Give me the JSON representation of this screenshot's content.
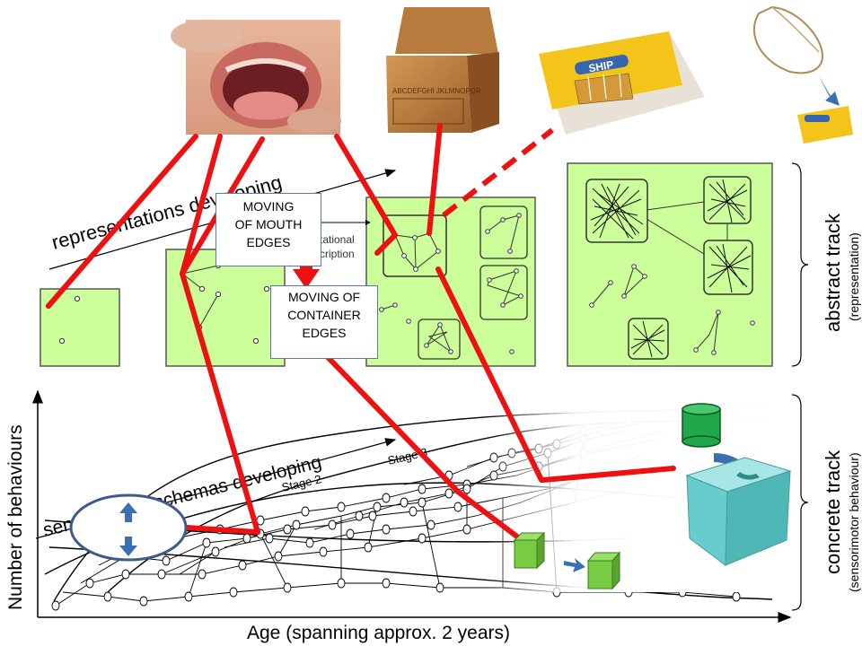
{
  "colors": {
    "panel_fill": "#ccff99",
    "panel_stroke": "#555555",
    "link_red": "#ee1111",
    "ellipse_stroke": "#3d5a8a",
    "arrow_blue": "#3a6fb3",
    "cube_green": "#77cc44",
    "cylinder_green": "#1fa84a",
    "box_teal": "#66cccc"
  },
  "labels": {
    "representations": "representations developing",
    "sensorimotor": "sensorimotor schemas developing",
    "representational_fragment_1": "tational",
    "representational_fragment_2": "cription",
    "stage2": "Stage 2",
    "stage3": "Stage 3",
    "abstract_track": "abstract track",
    "abstract_track_sub": "(representation)",
    "concrete_track": "concrete track",
    "concrete_track_sub": "(sensorimotor behaviour)",
    "y_axis": "Number of behaviours",
    "x_axis": "Age (spanning approx. 2 years)"
  },
  "callouts": {
    "mouth": [
      "MOVING",
      "OF MOUTH",
      "EDGES"
    ],
    "container": [
      "MOVING OF",
      "CONTAINER",
      "EDGES"
    ]
  },
  "images": {
    "toy_box_letters": "ABCDEFGHI JKLMNOPQR",
    "matchbox_text": "SHIP"
  },
  "icons": [
    "baby-mouth-photo",
    "toy-chest-photo",
    "matchbox-photo",
    "necklace-photo",
    "small-matchbox-photo",
    "up-down-arrows-icon",
    "green-cube-icon",
    "green-cylinder-icon",
    "teal-box-icon"
  ]
}
